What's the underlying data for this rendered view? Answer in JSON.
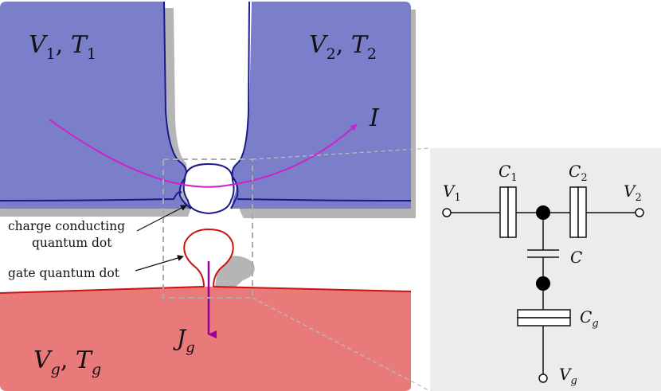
{
  "reservoirs": {
    "left": {
      "sym": "V",
      "sub": "1",
      "sym2": "T",
      "sub2": "1"
    },
    "right": {
      "sym": "V",
      "sub": "2",
      "sym2": "T",
      "sub2": "2"
    },
    "gate": {
      "sym": "V",
      "sub": "g",
      "sym2": "T",
      "sub2": "g"
    }
  },
  "current_label": "I",
  "heat_current": {
    "sym": "J",
    "sub": "g"
  },
  "annotations": {
    "conducting_dot_line1": "charge conducting",
    "conducting_dot_line2": "quantum dot",
    "gate_dot": "gate quantum dot"
  },
  "circuit": {
    "v1": {
      "sym": "V",
      "sub": "1"
    },
    "v2": {
      "sym": "V",
      "sub": "2"
    },
    "vg": {
      "sym": "V",
      "sub": "g"
    },
    "c1": {
      "sym": "C",
      "sub": "1"
    },
    "c2": {
      "sym": "C",
      "sub": "2"
    },
    "c": {
      "sym": "C"
    },
    "cg": {
      "sym": "C",
      "sub": "g"
    }
  },
  "colors": {
    "upper_reservoir": "#7b7ec8",
    "upper_outline": "#1a1a8c",
    "gate_reservoir": "#e87a7a",
    "gate_outline": "#cc1111",
    "current_arrow": "#cc22cc",
    "heat_arrow": "#990099",
    "shadow": "#b5b5b5",
    "panel": "#ececec"
  }
}
